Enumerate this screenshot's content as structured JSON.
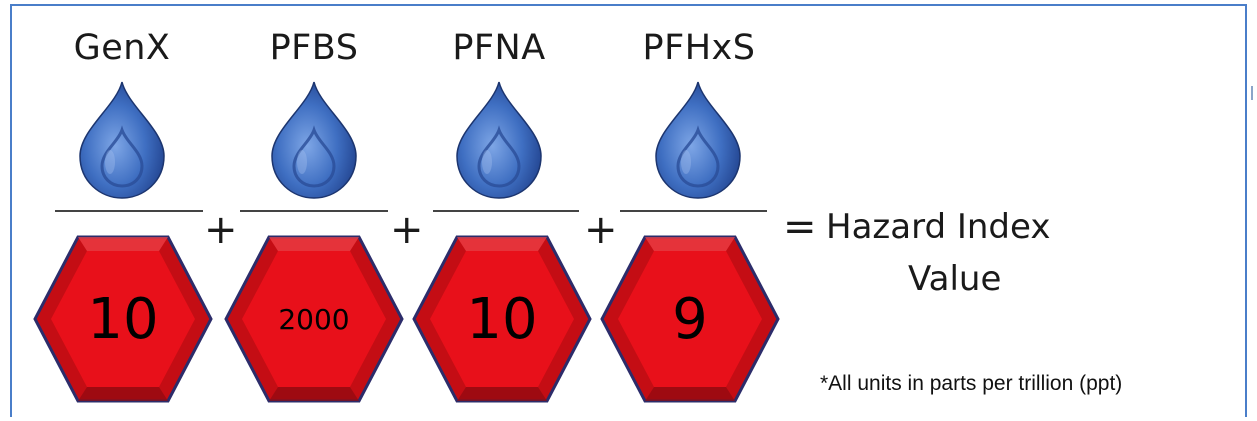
{
  "terms": [
    {
      "chemical": "GenX",
      "denominator": "10"
    },
    {
      "chemical": "PFBS",
      "denominator": "2000"
    },
    {
      "chemical": "PFNA",
      "denominator": "10"
    },
    {
      "chemical": "PFHxS",
      "denominator": "9"
    }
  ],
  "operators": {
    "plus": "+",
    "equals": "="
  },
  "result": {
    "line1": "Hazard Index",
    "line2": "Value"
  },
  "footnote": "*All units in parts per trillion (ppt)",
  "colors": {
    "frame": "#4a7ec9",
    "drop_dark": "#1f3f8a",
    "drop_mid": "#3f6fc2",
    "drop_light": "#7ea6e6",
    "hex_fill": "#e8101a",
    "hex_edge": "#2c2c6a"
  },
  "icons": {
    "numerator": "water-drop-icon",
    "denominator": "hexagon-icon"
  }
}
